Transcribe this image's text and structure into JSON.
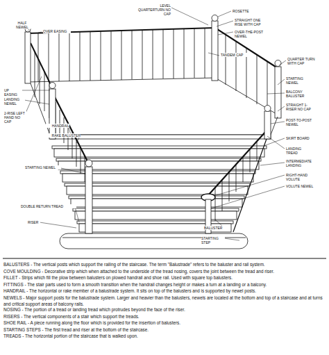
{
  "diagram": {
    "labels": [
      "ROSETTE",
      "LEVEL QUARTERTURN NO CAP",
      "STRAIGHT ONE RISE WITH CAP",
      "OVER-THE-POST NEWEL",
      "HALF NEWEL",
      "OVER EASING",
      "TANDEM CAP",
      "QUARTER TURN WITH CAP",
      "STARTING NEWEL",
      "BALCONY BALUSTER",
      "STRAIGHT 1-RISER NO CAP",
      "POST-TO-POST NEWEL",
      "UP EASING",
      "LANDING NEWEL",
      "2-RISE LEFT HAND NO CAP",
      "HANDRAIL",
      "RAKE BALUSTER",
      "SKIRT BOARD",
      "LANDING TREAD",
      "INTERMEDIATE LANDING",
      "RIGHT-HAND VOLUTE",
      "STARTING NEWEL",
      "VOLUTE NEWEL",
      "DOUBLE RETURN TREAD",
      "RISER",
      "BALUSTER",
      "STARTING STEP",
      "BALUSTERS - The vertical posts which support the railing of the staircase. The term \"Balustrade\" refers to the baluster and rail system.",
      "COVE MOULDING - Decorative strip which when attached to the underside of the tread nosing, covers the joint between the tread and riser.",
      "FILLET - Strips which fill the plow between balusters on plowed handrail and shoe rail. Used with square top balusters.",
      "FITTINGS - The stair parts used to form a smooth transition when the handrail changes height or makes a turn at a landing or a balcony.",
      "HANDRAIL - The horizontal or rake member of a balustrade system. It sits on top of the balusters and is supported by newel posts.",
      "NEWELS - Major support posts for the balustrade system. Larger and heavier than the balusters, newels are located at the bottom and top of a staircase and at turns and critical support areas of balcony rails.",
      "NOSING - The portion of a tread or landing tread which protrudes beyond the face of the riser.",
      "RISERS - The vertical components of a stair which support the treads.",
      "SHOE RAIL - A piece running along the floor which is provided for the insertion of balusters.",
      "STARTING STEPS - The first tread and riser at the bottom of the staircase.",
      "TREADS - The horizontal portion of the staircase that is walked upon."
    ]
  }
}
